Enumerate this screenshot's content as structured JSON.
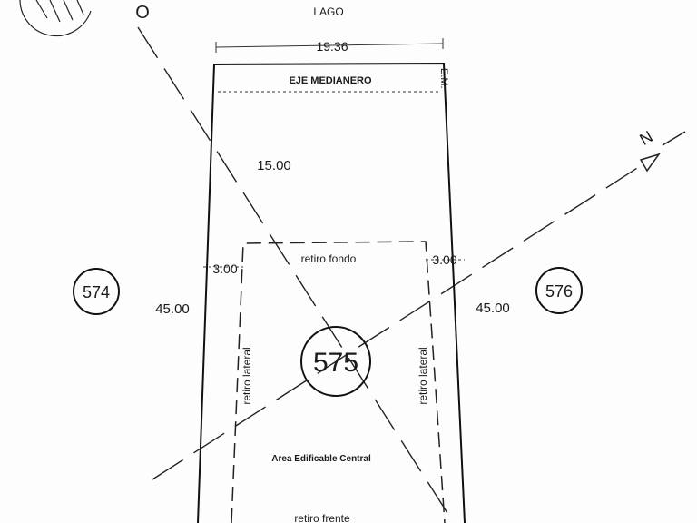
{
  "plan": {
    "top_label": "LAGO",
    "top_dimension": "19.36",
    "party_wall": "EJE MEDIANERO",
    "party_wall_abbrev": "E.M.",
    "rear_setback_depth": "15.00",
    "left_side_offset": "3.00",
    "right_side_offset": "3.00",
    "rear_setback": "retiro fondo",
    "left_lateral_setback": "retiro lateral",
    "right_lateral_setback": "retiro lateral",
    "left_length": "45.00",
    "right_length": "45.00",
    "lot_number": "575",
    "left_neighbor": "574",
    "right_neighbor": "576",
    "buildable_area": "Area Edificable Central",
    "front_setback": "retiro frente",
    "west_marker": "O",
    "north_marker": "N"
  }
}
